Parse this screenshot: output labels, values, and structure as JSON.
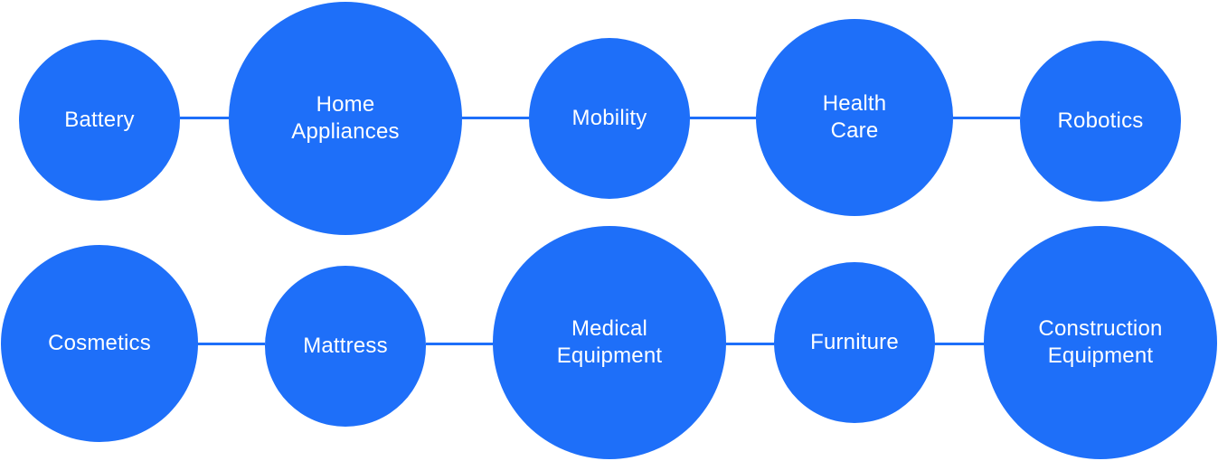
{
  "colors": {
    "node_fill": "#1e6ff9",
    "connector": "#1e6ff9",
    "label": "#ffffff",
    "background": "#ffffff"
  },
  "rows": [
    {
      "nodes": [
        {
          "label": "Battery"
        },
        {
          "label": "Home\nAppliances"
        },
        {
          "label": "Mobility"
        },
        {
          "label": "Health\nCare"
        },
        {
          "label": "Robotics"
        }
      ]
    },
    {
      "nodes": [
        {
          "label": "Cosmetics"
        },
        {
          "label": "Mattress"
        },
        {
          "label": "Medical\nEquipment"
        },
        {
          "label": "Furniture"
        },
        {
          "label": "Construction\nEquipment"
        }
      ]
    }
  ]
}
